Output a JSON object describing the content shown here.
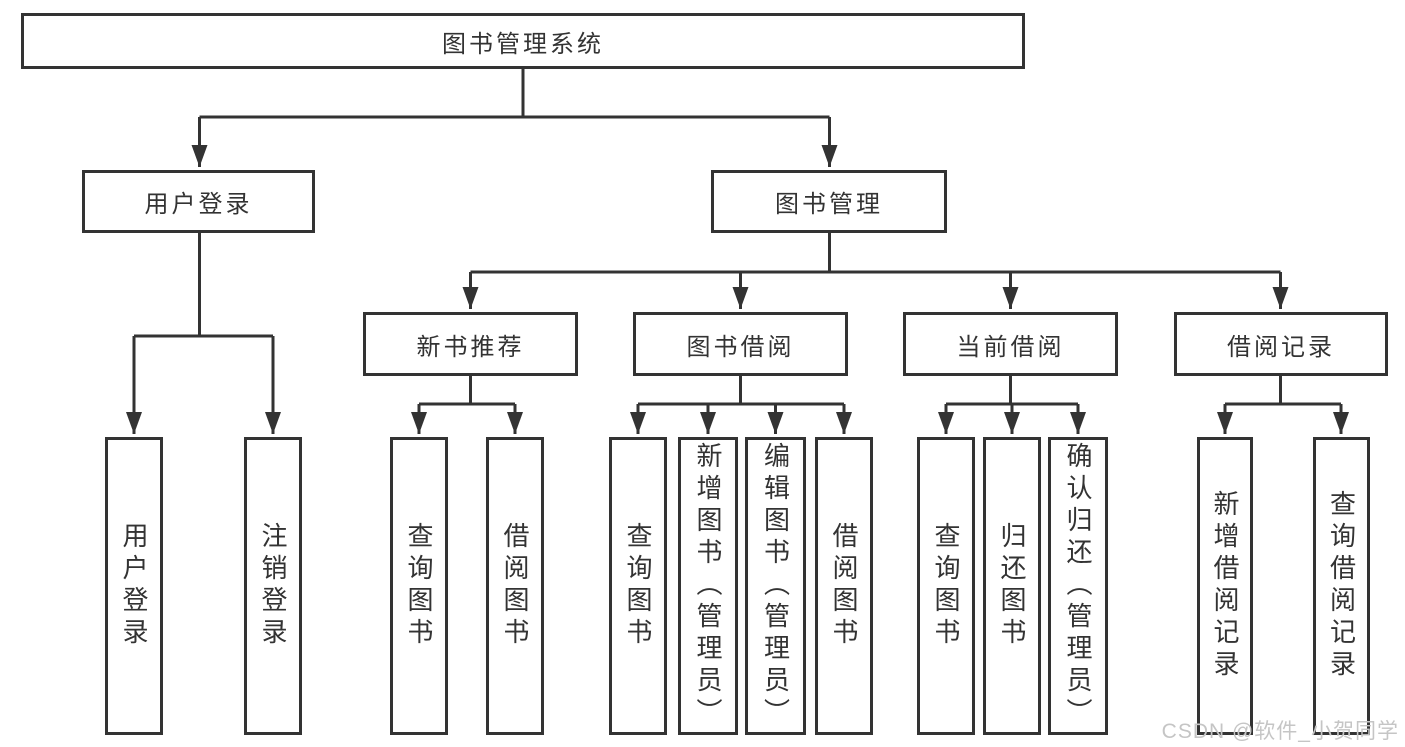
{
  "diagram": {
    "root": {
      "label": "图书管理系统"
    },
    "level1": [
      {
        "label": "用户登录"
      },
      {
        "label": "图书管理"
      }
    ],
    "level2": [
      {
        "label": "新书推荐"
      },
      {
        "label": "图书借阅"
      },
      {
        "label": "当前借阅"
      },
      {
        "label": "借阅记录"
      }
    ],
    "leaves": [
      {
        "label": "用户登录"
      },
      {
        "label": "注销登录"
      },
      {
        "label": "查询图书"
      },
      {
        "label": "借阅图书"
      },
      {
        "label": "查询图书"
      },
      {
        "label": "新增图书（管理员）"
      },
      {
        "label": "编辑图书（管理员）"
      },
      {
        "label": "借阅图书"
      },
      {
        "label": "查询图书"
      },
      {
        "label": "归还图书"
      },
      {
        "label": "确认归还（管理员）"
      },
      {
        "label": "新增借阅记录"
      },
      {
        "label": "查询借阅记录"
      }
    ],
    "watermark": "CSDN @软件_小贺同学",
    "colors": {
      "line": "#333333",
      "box_border": "#333333",
      "box_background": "#ffffff",
      "text": "#333333",
      "watermark": "#c5c5c5"
    }
  }
}
